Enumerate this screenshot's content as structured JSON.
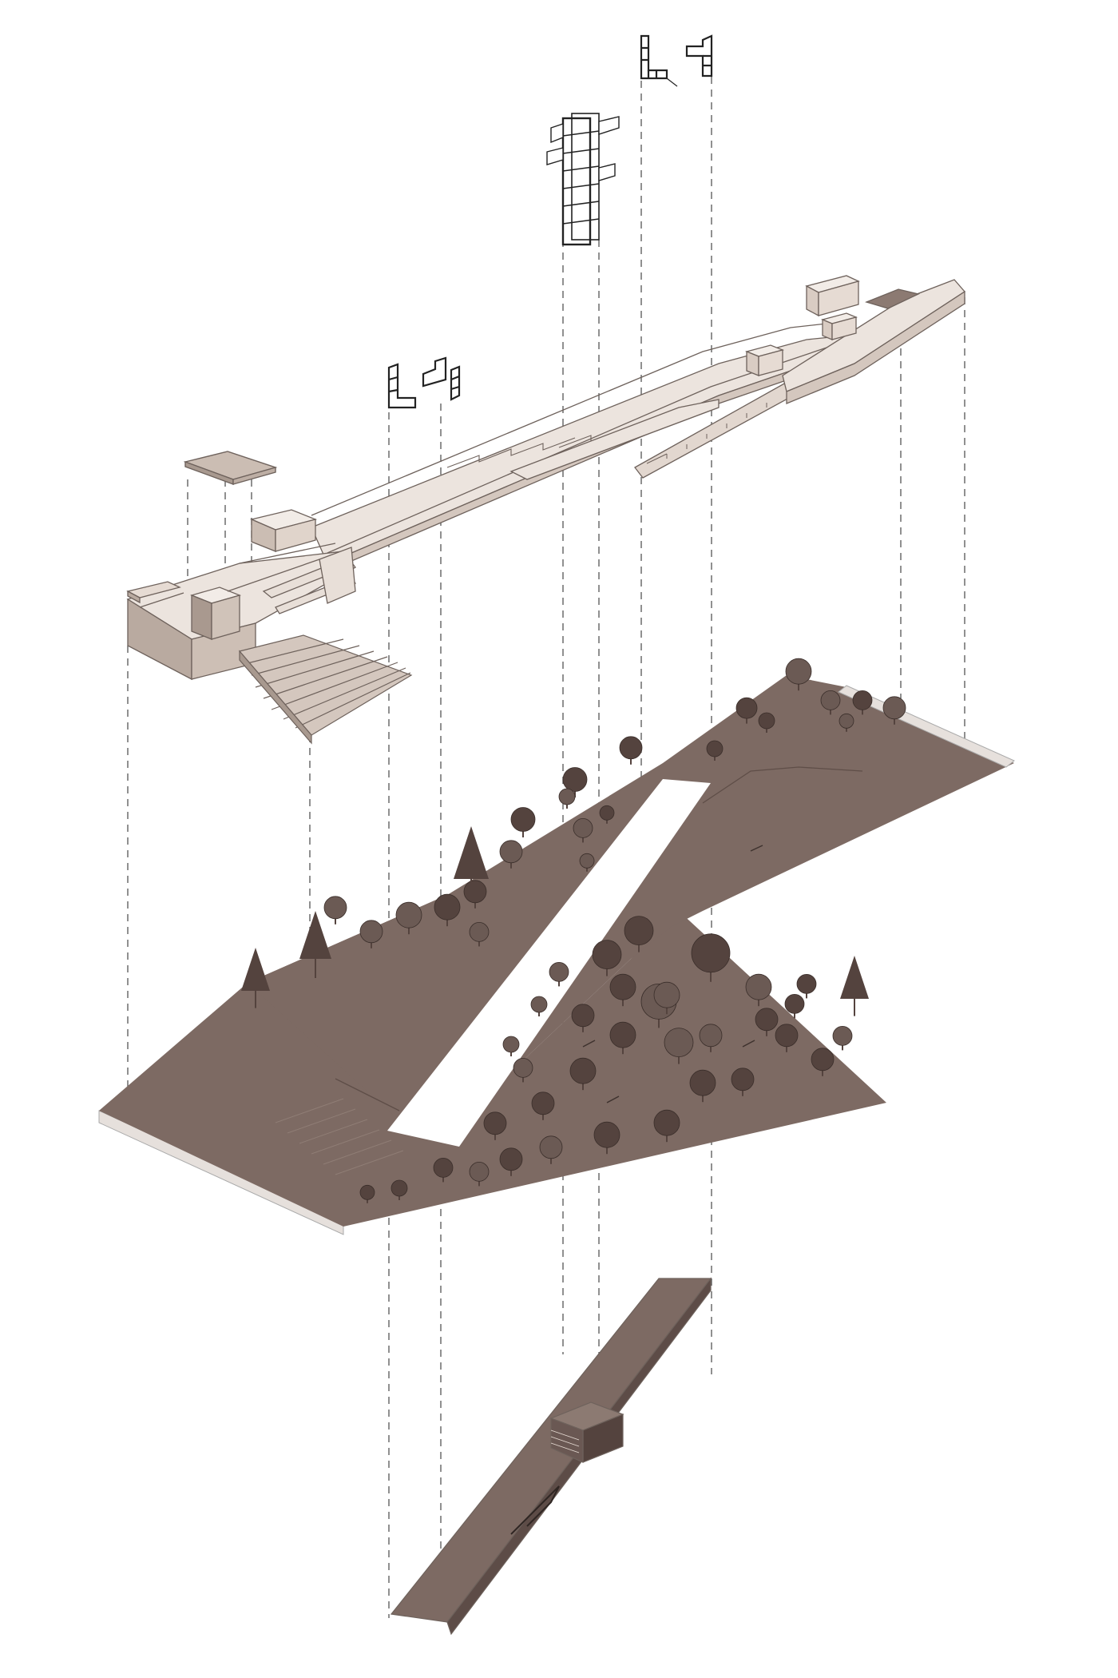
{
  "diagram": {
    "kind": "exploded-axonometric",
    "labels_printed": false,
    "layers": [
      {
        "id": "upper-structure",
        "components": [
          "stair-tower",
          "elevator-frame-modules",
          "roof-canopies",
          "terrace-building",
          "amphitheater-steps",
          "elevated-walkway",
          "end-pavilion"
        ]
      },
      {
        "id": "park-ground-plane",
        "components": [
          "sloped-lawn",
          "central-void",
          "trees",
          "benches",
          "entry-steps"
        ]
      },
      {
        "id": "underground-channel",
        "components": [
          "sunken-trench",
          "stair-landing"
        ]
      }
    ]
  },
  "colors": {
    "background": "#ffffff",
    "ground": "#7d6a63",
    "ground_dark": "#6a5853",
    "ground_edge": "#e6e0dc",
    "structure_fill": "#e8dfd8",
    "structure_shade": "#cbbdb3",
    "structure_stroke": "#6e625c",
    "tree": "#54433e",
    "tree_light": "#6b5a54",
    "projection_line": "#555555",
    "frame_stroke": "#222222"
  }
}
